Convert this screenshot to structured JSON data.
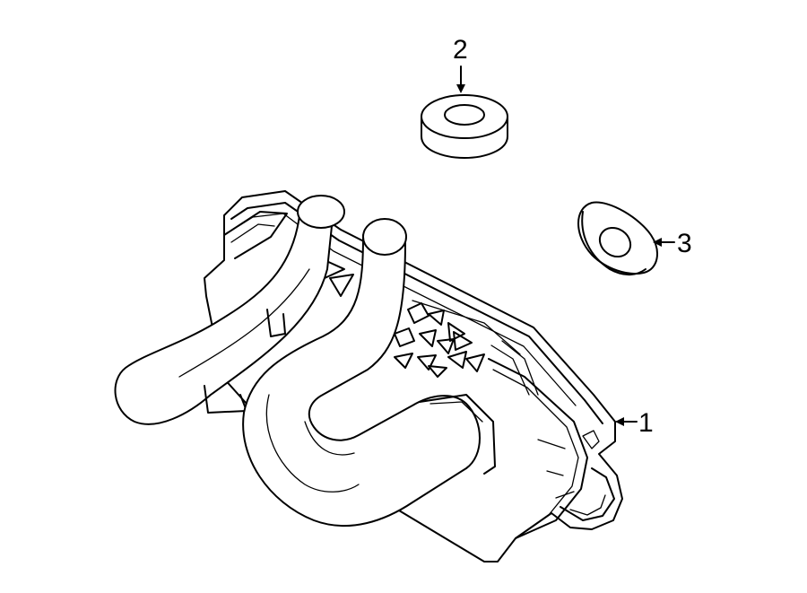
{
  "callouts": {
    "part_1": "1",
    "part_2": "2",
    "part_3": "3"
  }
}
